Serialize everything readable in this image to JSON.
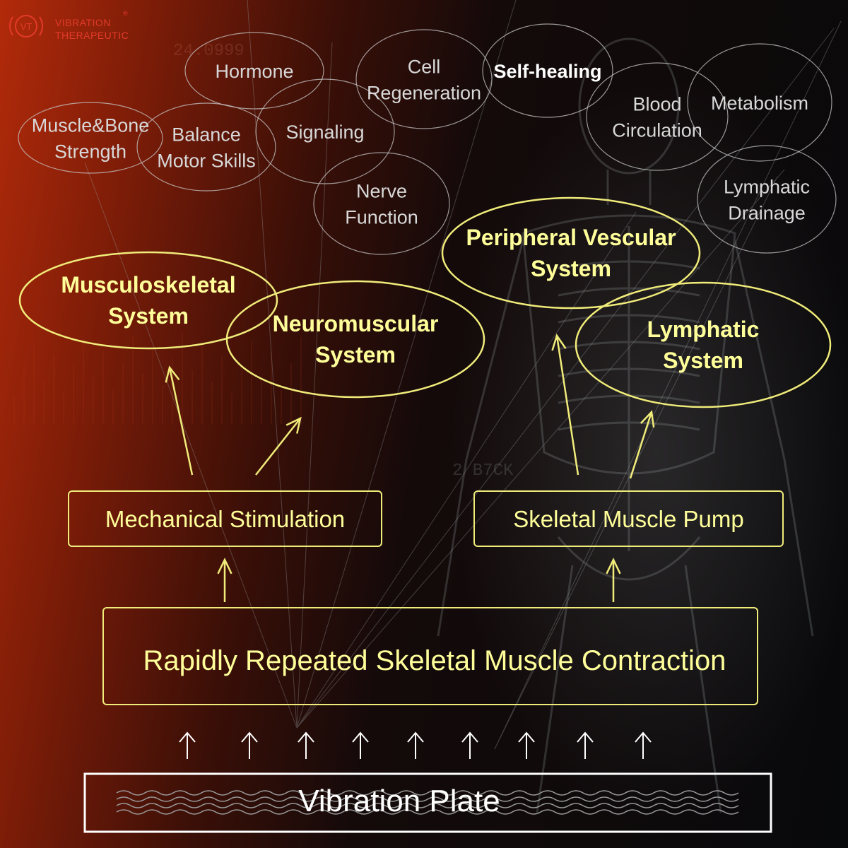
{
  "brand": {
    "line1": "VIBRATION",
    "line2": "THERAPEUTIC",
    "mark": "VT",
    "registered": "®",
    "color": "#e23a2a"
  },
  "background": {
    "figure": "human skeleton and body wireframe",
    "readout": "24.0999",
    "code": "2 B7CK"
  },
  "colors": {
    "yellow": "#ffff9a",
    "stroke_yellow": "#f0ec7a",
    "white": "#ffffff",
    "muted": "#d8d8d8"
  },
  "benefits": [
    {
      "lines": [
        "Muscle&Bone",
        "Strength"
      ]
    },
    {
      "lines": [
        "Hormone"
      ]
    },
    {
      "lines": [
        "Balance",
        "Motor Skills"
      ]
    },
    {
      "lines": [
        "Signaling"
      ]
    },
    {
      "lines": [
        "Cell",
        "Regeneration"
      ]
    },
    {
      "lines": [
        "Self-healing"
      ]
    },
    {
      "lines": [
        "Nerve",
        "Function"
      ]
    },
    {
      "lines": [
        "Blood",
        "Circulation"
      ]
    },
    {
      "lines": [
        "Metabolism"
      ]
    },
    {
      "lines": [
        "Lymphatic",
        "Drainage"
      ]
    }
  ],
  "systems": [
    {
      "lines": [
        "Musculoskeletal",
        "System"
      ]
    },
    {
      "lines": [
        "Neuromuscular",
        "System"
      ]
    },
    {
      "lines": [
        "Peripheral Vescular",
        "System"
      ]
    },
    {
      "lines": [
        "Lymphatic",
        "System"
      ]
    }
  ],
  "mechanisms": [
    {
      "label": "Mechanical Stimulation"
    },
    {
      "label": "Skeletal Muscle Pump"
    }
  ],
  "contraction": {
    "label": "Rapidly Repeated Skeletal Muscle Contraction"
  },
  "plate": {
    "label": "Vibration Plate"
  },
  "vibration_arrow_glyph": "↑"
}
